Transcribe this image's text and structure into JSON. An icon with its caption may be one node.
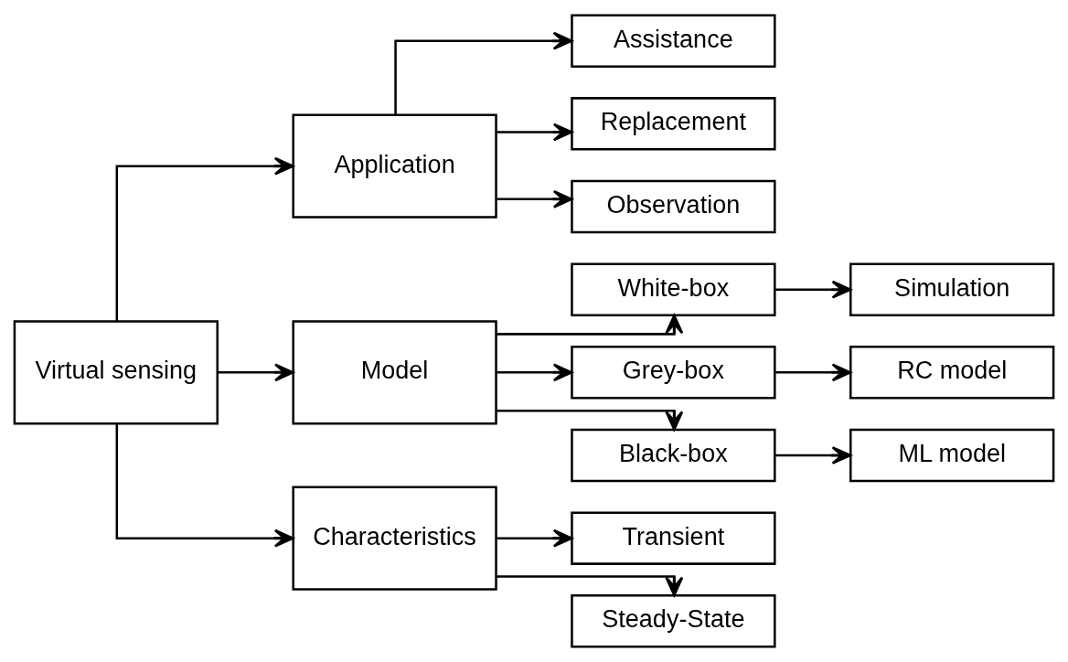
{
  "diagram": {
    "nodes": [
      {
        "text": [
          "Virtual sensing"
        ]
      },
      {
        "text": [
          "Application"
        ]
      },
      {
        "text": [
          "Model"
        ]
      },
      {
        "text": [
          "Characteristics"
        ]
      },
      {
        "text": [
          "Assistance"
        ]
      },
      {
        "text": [
          "Replacement"
        ]
      },
      {
        "text": [
          "Observation"
        ]
      },
      {
        "text": [
          "White-box"
        ]
      },
      {
        "text": [
          "Grey-box"
        ]
      },
      {
        "text": [
          "Black-box"
        ]
      },
      {
        "text": [
          "Simulation"
        ]
      },
      {
        "text": [
          "RC model"
        ]
      },
      {
        "text": [
          "ML model"
        ]
      },
      {
        "text": [
          "Transient"
        ]
      },
      {
        "text": [
          "Steady-State"
        ]
      }
    ],
    "edges": [
      {
        "from": 0,
        "to": 1,
        "arrow": "to"
      },
      {
        "from": 0,
        "to": 2,
        "arrow": "to"
      },
      {
        "from": 0,
        "to": 3,
        "arrow": "to"
      },
      {
        "from": 1,
        "to": 4,
        "arrow": "to"
      },
      {
        "from": 1,
        "to": 5,
        "arrow": "to"
      },
      {
        "from": 1,
        "to": 6,
        "arrow": "to"
      },
      {
        "from": 2,
        "to": 7,
        "arrow": "to"
      },
      {
        "from": 2,
        "to": 8,
        "arrow": "to"
      },
      {
        "from": 2,
        "to": 9,
        "arrow": "to"
      },
      {
        "from": 7,
        "to": 10,
        "arrow": "to"
      },
      {
        "from": 8,
        "to": 11,
        "arrow": "to"
      },
      {
        "from": 9,
        "to": 12,
        "arrow": "to"
      },
      {
        "from": 3,
        "to": 13,
        "arrow": "to"
      },
      {
        "from": 3,
        "to": 14,
        "arrow": "to"
      }
    ]
  }
}
